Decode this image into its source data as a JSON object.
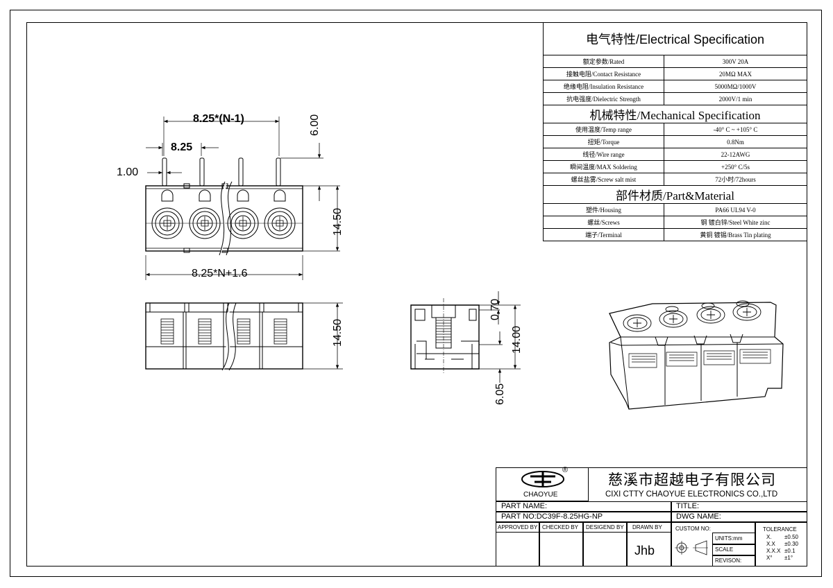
{
  "spec_table": {
    "electrical_title": "电气特性/Electrical Specification",
    "electrical_rows": [
      {
        "label": "额定参数/Rated",
        "value": "300V  20A"
      },
      {
        "label": "接触电阻/Contact Resistance",
        "value": "20MΩ MAX"
      },
      {
        "label": "绝缘电阻/Insulation Resistance",
        "value": "5000MΩ/1000V"
      },
      {
        "label": "抗电强度/Dielectric Strength",
        "value": "2000V/1 min"
      }
    ],
    "mechanical_title": "机械特性/Mechanical Specification",
    "mechanical_rows": [
      {
        "label": "使用温度/Temp range",
        "value": "-40° C ~ +105° C"
      },
      {
        "label": "扭矩/Torque",
        "value": "0.8Nm"
      },
      {
        "label": "线径/Wire range",
        "value": "22-12AWG"
      },
      {
        "label": "瞬间温度/MAX Soldering",
        "value": "+250° C/5s"
      },
      {
        "label": "螺丝盐雾/Screw salt mist",
        "value": "72小时/72hours"
      }
    ],
    "material_title": "部件材质/Part&Material",
    "material_rows": [
      {
        "label": "塑件/Housing",
        "value": "PA66 UL94 V-0"
      },
      {
        "label": "螺丝/Screws",
        "value": "钢 镀白锌/Steel White zinc"
      },
      {
        "label": "端子/Terminal",
        "value": "黄铜 镀锡/Brass Tin  plating"
      }
    ]
  },
  "dimensions": {
    "pitch_span": "8.25*(N-1)",
    "pitch": "8.25",
    "pin_width": "1.00",
    "pin_length": "6.00",
    "body_height": "14.50",
    "total_length": "8.25*N+1.6",
    "front_height": "14.50",
    "side_top": "0.70",
    "side_height": "14.00",
    "side_bottom": "6.05"
  },
  "title_block": {
    "logo_text": "CHAOYUE",
    "registered_mark": "®",
    "company_cn": "慈溪市超越电子有限公司",
    "company_en": "CIXI CTTY  CHAOYUE ELECTRONICS CO.,LTD",
    "part_name_label": "PART NAME:",
    "title_label": "TITLE:",
    "part_no_label": "PART NO:DC39F-8.25HG-NP",
    "dwg_name_label": "DWG NAME:",
    "approved_by": "APPROVED BY",
    "checked_by": "CHECKED BY",
    "designed_by": "DESIGEND BY",
    "drawn_by": "DRAWN BY",
    "drawn_by_value": "Jhb",
    "custom_no": "CUSTOM NO:",
    "units": "UNITS:mm",
    "scale": "SCALE",
    "revision": "REVISON:",
    "tolerance_title": "TOLERANCE",
    "tolerance_rows": [
      {
        "k": "X.",
        "v": "±0.50"
      },
      {
        "k": "X.X",
        "v": "±0.30"
      },
      {
        "k": "X.X.X",
        "v": "±0.1"
      },
      {
        "k": "X°",
        "v": "±1°"
      }
    ]
  }
}
